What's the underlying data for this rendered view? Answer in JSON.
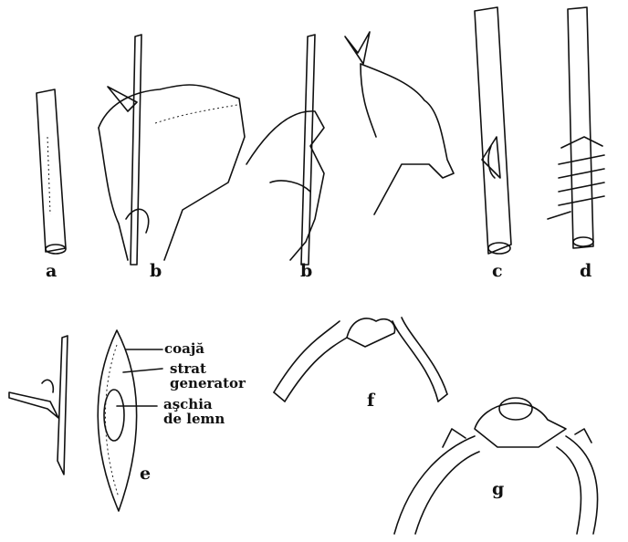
{
  "figure_labels": {
    "a": "a",
    "b1": "b",
    "b2": "b",
    "c": "c",
    "d": "d",
    "e": "e",
    "f": "f",
    "g": "g"
  },
  "annotations": {
    "bark": "coajă",
    "cambium_line1": "strat",
    "cambium_line2": "generator",
    "wood_line1": "aşchia",
    "wood_line2": "de lemn"
  }
}
